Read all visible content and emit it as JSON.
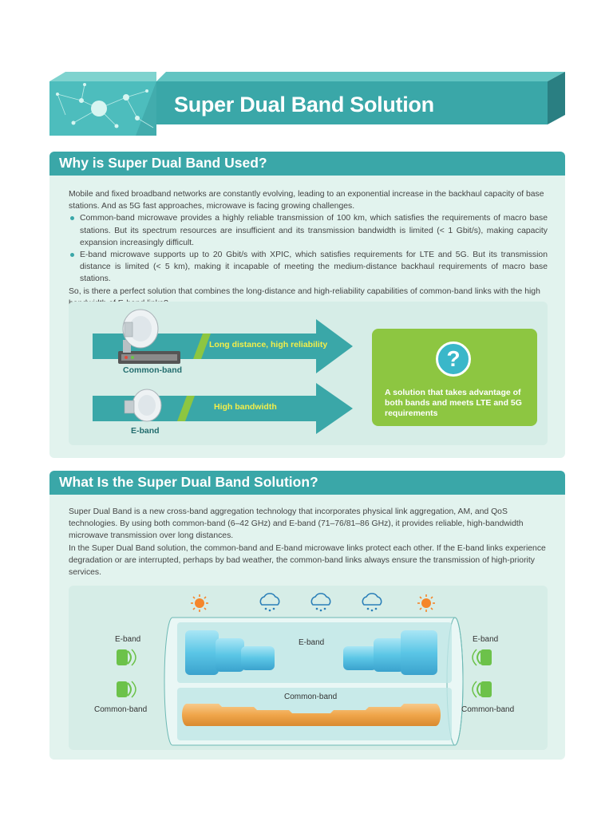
{
  "title": "Super Dual Band Solution",
  "colors": {
    "teal": "#3aa7a8",
    "teal_dark": "#2f8d8f",
    "section_bg": "#e2f3ee",
    "green": "#8dc641",
    "arrow_text": "#f3ee4a",
    "eband_tube": "#5bc6e6",
    "commonband_tube": "#f0a64b"
  },
  "section1": {
    "heading": "Why is Super Dual Band Used?",
    "intro": "Mobile and fixed broadband networks are constantly evolving, leading to an exponential increase in the backhaul capacity of base stations. And as 5G fast approaches, microwave is facing growing challenges.",
    "bullets": [
      "Common-band microwave provides a highly reliable transmission of 100 km, which satisfies the requirements of macro base stations. But its spectrum resources are insufficient and its transmission bandwidth is limited (< 1 Gbit/s), making capacity expansion increasingly difficult.",
      "E-band microwave supports up to 20 Gbit/s with XPIC, which satisfies requirements for LTE and 5G. But its transmission distance is limited (< 5 km), making it incapable of meeting the medium-distance backhaul requirements of macro base stations."
    ],
    "question": "So, is there a perfect solution that combines the long-distance and high-reliability capabilities of common-band links with the high bandwidth of E-band links?",
    "diagram": {
      "arrow1_text": "Long distance, high reliability",
      "arrow2_text": "High bandwidth",
      "common_band_label": "Common-band",
      "eband_label": "E-band",
      "question_mark": "?",
      "solution_text": "A solution that takes advantage of both bands and meets LTE and 5G requirements"
    }
  },
  "section2": {
    "heading": "What Is the Super Dual Band Solution?",
    "para1": "Super Dual Band is a new cross-band aggregation technology that incorporates physical link aggregation, AM, and QoS technologies. By using both common-band (6–42 GHz) and E-band (71–76/81–86 GHz), it provides reliable, high-bandwidth microwave transmission over long distances.",
    "para2": "In the Super Dual Band solution, the common-band and E-band microwave links protect each other. If the E-band links experience degradation or are interrupted, perhaps by bad weather, the common-band links always ensure the transmission of high-priority services.",
    "diagram": {
      "weather_icons": [
        "sun-icon",
        "rain-cloud-icon",
        "rain-cloud-icon",
        "rain-cloud-icon",
        "sun-icon"
      ],
      "eband_left": "E-band",
      "eband_right": "E-band",
      "common_left": "Common-band",
      "common_right": "Common-band",
      "eband_tube_label": "E-band",
      "common_tube_label": "Common-band"
    }
  }
}
